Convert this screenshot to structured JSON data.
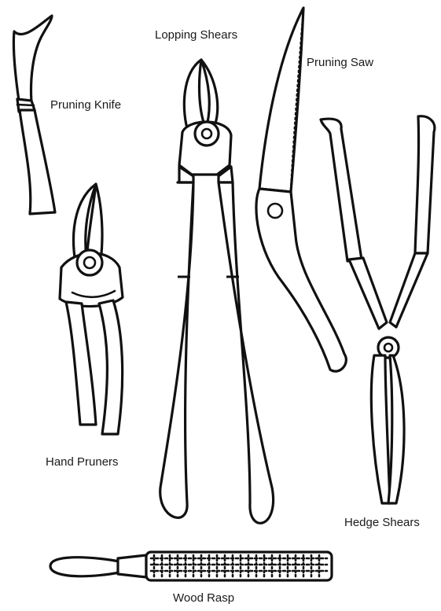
{
  "labels": {
    "pruning_knife": "Pruning Knife",
    "lopping_shears": "Lopping Shears",
    "pruning_saw": "Pruning Saw",
    "hand_pruners": "Hand Pruners",
    "hedge_shears": "Hedge Shears",
    "wood_rasp": "Wood Rasp"
  },
  "colors": {
    "ink": "#111111",
    "background": "#ffffff"
  }
}
